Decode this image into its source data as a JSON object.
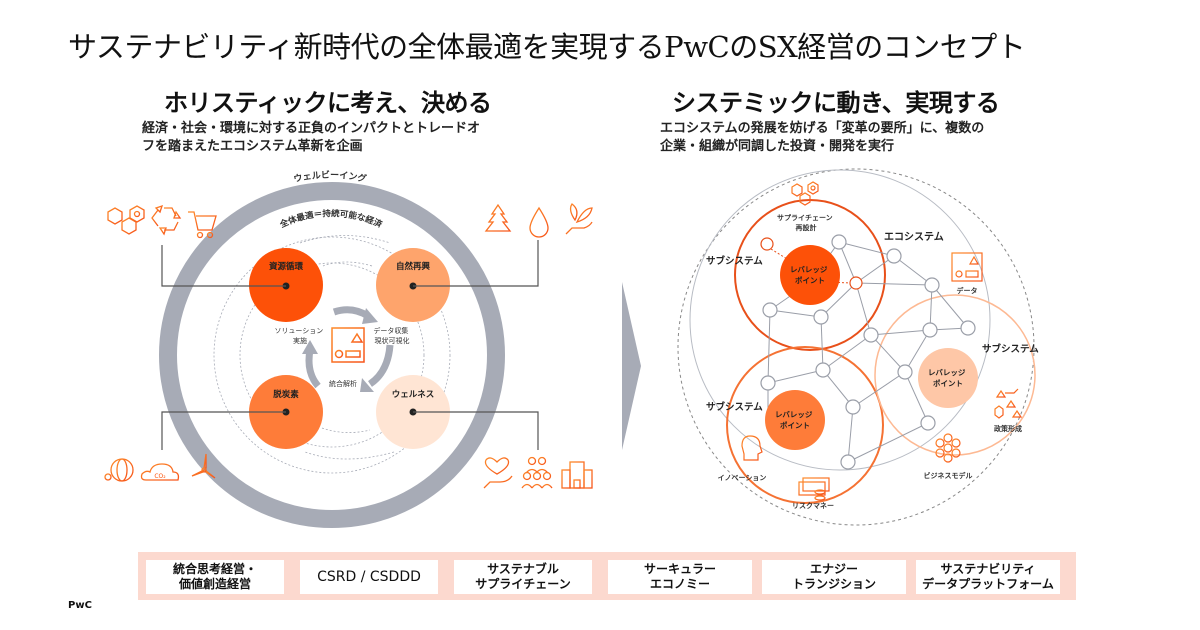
{
  "title": "サステナビリティ新時代の全体最適を実現するPwCのSX経営のコンセプト",
  "left": {
    "heading": "ホリスティックに考え、決める",
    "description": [
      "経済・社会・環境に対する正負のインパクトとトレードオ",
      "フを踏まえたエコシステム革新を企画"
    ],
    "outer_ring_label": "ウェルビーイング",
    "inner_ring_label": "全体最適＝持続可能な経済",
    "circles": [
      {
        "label": "資源循環",
        "color": "#fd5108"
      },
      {
        "label": "自然再興",
        "color": "#fea46c"
      },
      {
        "label": "脱炭素",
        "color": "#fe7c39"
      },
      {
        "label": "ウェルネス",
        "color": "#ffe5d4"
      }
    ],
    "cycle_labels": {
      "solution": [
        "ソリューション",
        "実施"
      ],
      "data": [
        "データ収集",
        "現状可視化"
      ],
      "analysis": "統合解析"
    },
    "icon_groups": {
      "resource": [
        "supply-chain-icon",
        "recycle-icon",
        "shopping-cart-icon"
      ],
      "nature": [
        "tree-icon",
        "water-drop-icon",
        "plant-hand-icon"
      ],
      "carbon": [
        "thermometer-globe-icon",
        "co2-cloud-icon",
        "wind-turbine-icon"
      ],
      "wellness": [
        "heart-hand-icon",
        "people-group-icon",
        "hospital-icon"
      ]
    },
    "co2_text": "CO₂"
  },
  "right": {
    "heading": "システミックに動き、実現する",
    "description": [
      "エコシステムの発展を妨げる「変革の要所」に、複数の",
      "企業・組織が同調した投資・開発を実行"
    ],
    "ecosystem_label": "エコシステム",
    "subsystem_labels": [
      "サブシステム",
      "サブシステム",
      "サブシステム"
    ],
    "leverage_label": [
      "レバレッジ",
      "ポイント"
    ],
    "leverage_colors": [
      "#fd5108",
      "#fe7c39",
      "#fec7a7"
    ],
    "node_labels": {
      "supply_chain": [
        "サプライチェーン",
        "再設計"
      ],
      "data": "データ",
      "policy": "政策形成",
      "business_model": "ビジネスモデル",
      "innovation": "イノベーション",
      "risk_money": "リスクマネー"
    }
  },
  "arrow_color": "#a7abb6",
  "bottom_bar": {
    "items": [
      [
        "統合思考経営・",
        "価値創造経営"
      ],
      [
        "CSRD / CSDDD"
      ],
      [
        "サステナブル",
        "サプライチェーン"
      ],
      [
        "サーキュラー",
        "エコノミー"
      ],
      [
        "エナジー",
        "トランジション"
      ],
      [
        "サステナビリティ",
        "データプラットフォーム"
      ]
    ]
  },
  "footer": "PwC"
}
